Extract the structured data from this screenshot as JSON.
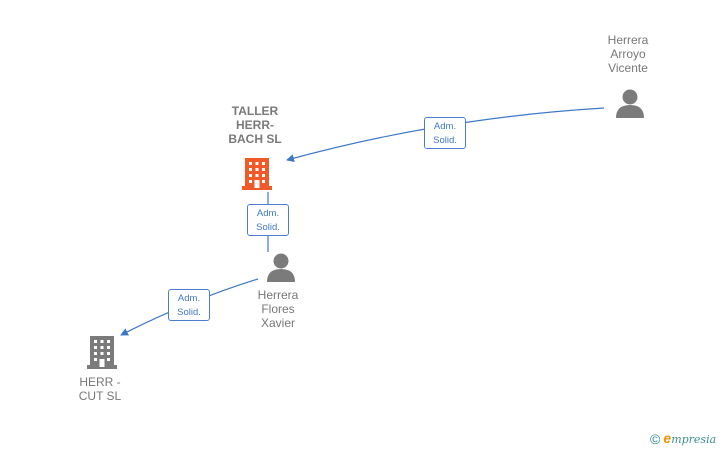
{
  "nodes": {
    "taller": {
      "label": "TALLER\nHERR-\nBACH  SL",
      "type": "company",
      "color": "#f05a28"
    },
    "herr_cut": {
      "label": "HERR -\nCUT  SL",
      "type": "company",
      "color": "#7b7b7b"
    },
    "arroyo": {
      "label": "Herrera\nArroyo\nVicente",
      "type": "person",
      "color": "#7b7b7b"
    },
    "flores": {
      "label": "Herrera\nFlores\nXavier",
      "type": "person",
      "color": "#7b7b7b"
    }
  },
  "edges": [
    {
      "from": "arroyo",
      "to": "taller",
      "line1": "Adm.",
      "line2": "Solid."
    },
    {
      "from": "flores",
      "to": "taller",
      "line1": "Adm.",
      "line2": "Solid."
    },
    {
      "from": "flores",
      "to": "herr_cut",
      "line1": "Adm.",
      "line2": "Solid."
    }
  ],
  "colors": {
    "edge": "#3d78c8"
  },
  "brand": {
    "copyright": "©",
    "e": "e",
    "rest": "mpresia"
  }
}
